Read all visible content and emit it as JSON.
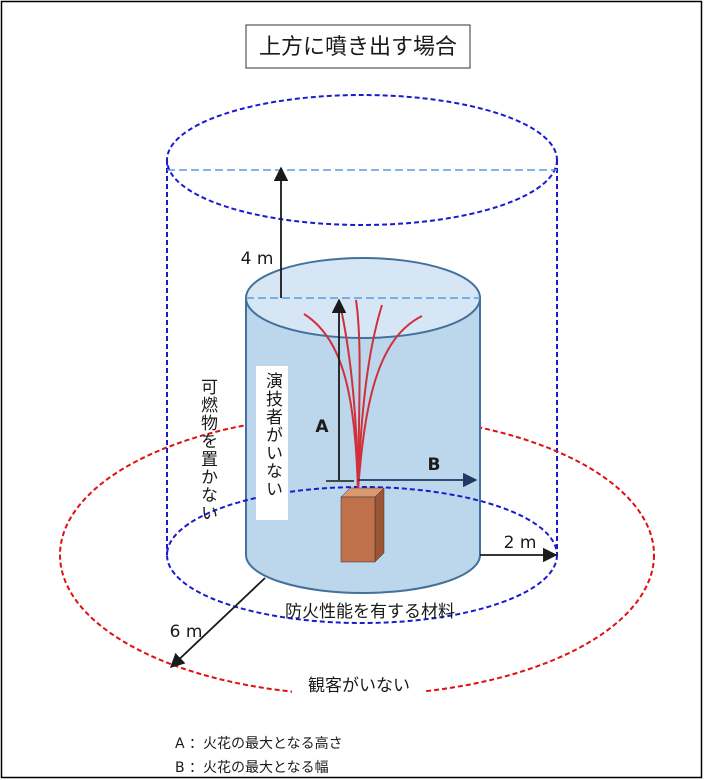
{
  "title": "上方に噴き出す場合",
  "labels": {
    "height_clearance": "4 m",
    "side_clearance": "2 m",
    "audience_clearance": "6 m",
    "a": "A",
    "b": "B",
    "fireproof": "防火性能を有する材料",
    "no_audience": "観客がいない",
    "no_combustibles": "可燃物を置かない",
    "no_performers": "演技者がいない"
  },
  "legend": [
    "A ：火花の最大となる高さ",
    "B ：火花の最大となる幅"
  ],
  "colors": {
    "outer_cylinder": "#1a1ad0",
    "red_ellipse": "#e01010",
    "inner_fill": "#bcd6ec",
    "inner_stroke": "#41719c",
    "top_dash": "#5b9bd5",
    "sparks": "#d0303a",
    "device": "#c0714a",
    "arrows": "#1a1a1a",
    "b_arrow": "#1f3864"
  }
}
